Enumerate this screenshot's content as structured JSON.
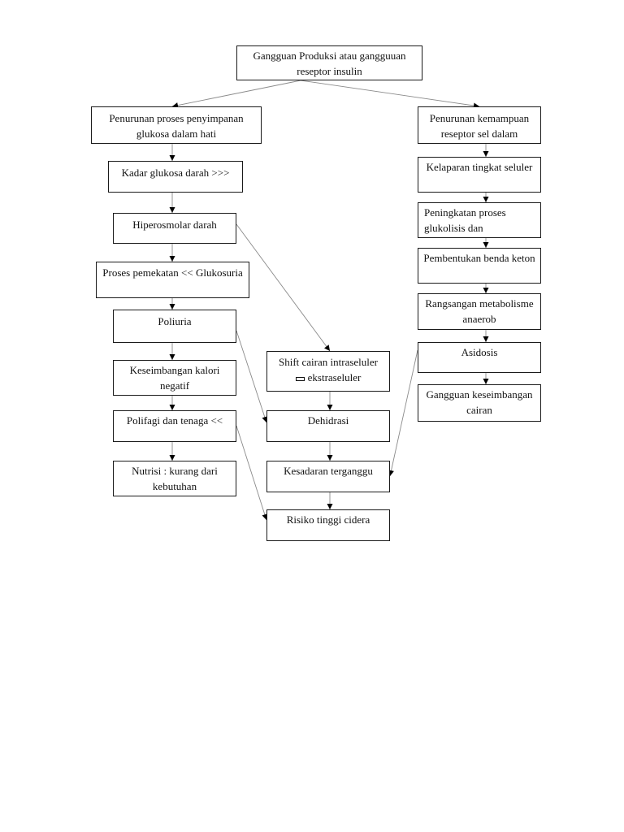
{
  "nodes": {
    "root": "Gangguan Produksi atau gangguuan reseptor insulin",
    "l1": "Penurunan proses penyimpanan glukosa dalam hati",
    "l2": "Kadar glukosa darah >>>",
    "l3": "Hiperosmolar darah",
    "l4": "Proses pemekatan << Glukosuria",
    "l5": "Poliuria",
    "l6": "Keseimbangan kalori negatif",
    "l7": "Polifagi dan tenaga <<",
    "l8": "Nutrisi : kurang dari kebutuhan",
    "m1a": "Shift cairan intraseluler",
    "m1b": "ekstraseluler",
    "m2": "Dehidrasi",
    "m3": "Kesadaran terganggu",
    "m4": "Risiko tinggi cidera",
    "r1": "Penurunan kemampuan reseptor sel dalam",
    "r2": "Kelaparan tingkat seluler",
    "r3": "Peningkatan proses glukolisis dan",
    "r4": "Pembentukan benda keton",
    "r5": "Rangsangan metabolisme anaerob",
    "r6": "Asidosis",
    "r7": "Gangguan keseimbangan cairan"
  },
  "edges": [
    [
      "root",
      "l1"
    ],
    [
      "root",
      "r1"
    ],
    [
      "l1",
      "l2"
    ],
    [
      "l2",
      "l3"
    ],
    [
      "l3",
      "l4"
    ],
    [
      "l4",
      "l5"
    ],
    [
      "l5",
      "l6"
    ],
    [
      "l6",
      "l7"
    ],
    [
      "l7",
      "l8"
    ],
    [
      "l3",
      "m1"
    ],
    [
      "l5",
      "m2"
    ],
    [
      "l7",
      "m4"
    ],
    [
      "m1",
      "m2"
    ],
    [
      "m2",
      "m3"
    ],
    [
      "m3",
      "m4"
    ],
    [
      "r1",
      "r2"
    ],
    [
      "r2",
      "r3"
    ],
    [
      "r3",
      "r4"
    ],
    [
      "r4",
      "r5"
    ],
    [
      "r5",
      "r6"
    ],
    [
      "r6",
      "r7"
    ],
    [
      "r6",
      "m3"
    ]
  ],
  "colors": {
    "border": "#1a1a1a",
    "connector": "#8a8a8a",
    "arrowhead": "#000000"
  }
}
